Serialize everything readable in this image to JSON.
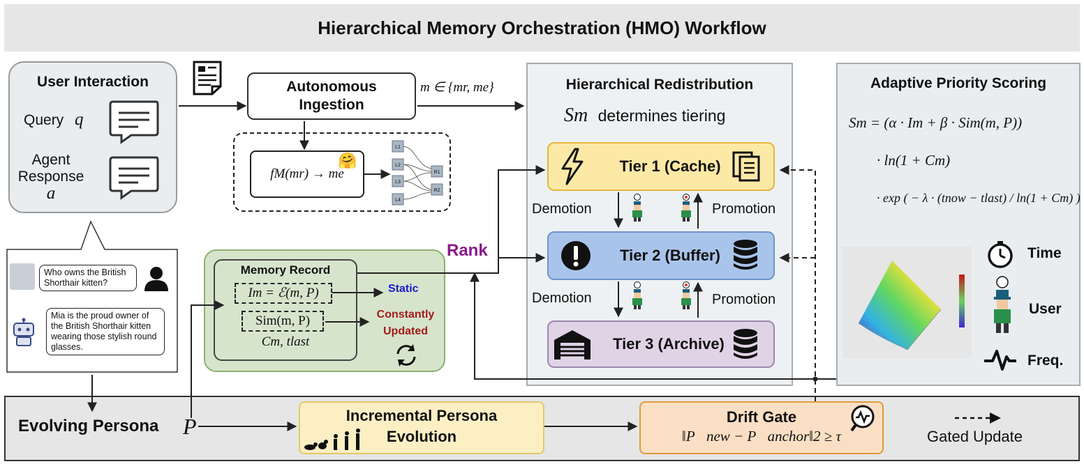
{
  "title": "Hierarchical Memory Orchestration (HMO) Workflow",
  "user_interaction": {
    "heading": "User Interaction",
    "query_label": "Query",
    "query_symbol": "q",
    "response_label": "Agent Response",
    "response_symbol": "a"
  },
  "chat": {
    "user_message": "Who owns the British Shorthair kitten?",
    "agent_message": "Mia is the proud owner of the British Shorthair kitten wearing those stylish round glasses."
  },
  "ingestion": {
    "label": "Autonomous Ingestion",
    "memory_set": "m ∈ {mr, me}",
    "function": "fM(mr) → me",
    "nn_nodes": [
      "L1",
      "L2",
      "L3",
      "L4",
      "R1",
      "R2"
    ]
  },
  "memory_record": {
    "heading": "Memory Record",
    "importance": "Im = ℰ(m, P)",
    "similarity": "Sim(m, P)",
    "counters": "Cm, tlast",
    "static_label": "Static",
    "updated_label": "Constantly Updated"
  },
  "rank_label": "Rank",
  "redistribution": {
    "heading": "Hierarchical Redistribution",
    "subheading_symbol": "Sm",
    "subheading_text": "determines tiering",
    "tiers": [
      "Tier 1 (Cache)",
      "Tier 2 (Buffer)",
      "Tier 3 (Archive)"
    ],
    "demotion_label": "Demotion",
    "promotion_label": "Promotion"
  },
  "scoring": {
    "heading": "Adaptive Priority Scoring",
    "formula_line1": "Sm = (α · Im + β · Sim(m, P))",
    "formula_line2": "· ln(1 + Cm)",
    "formula_line3": "· exp ( − λ · (tnow − tlast) / ln(1 + Cm) )",
    "legend": [
      "Time",
      "User",
      "Freq."
    ]
  },
  "persona": {
    "label": "Evolving Persona",
    "symbol": "P",
    "evolution": "Incremental Persona Evolution",
    "drift_heading": "Drift Gate",
    "drift_formula": "‖P⃗new − P⃗anchor‖2 ≥ τ",
    "gated_label": "Gated Update"
  },
  "colors": {
    "tier1": "#fde9a6",
    "tier2": "#a9c4ea",
    "tier3": "#e0d3e6",
    "memory_panel": "#d6e4cc",
    "static": "#1a1acc",
    "updated": "#a31a1a",
    "rank": "#8a1a8a"
  }
}
